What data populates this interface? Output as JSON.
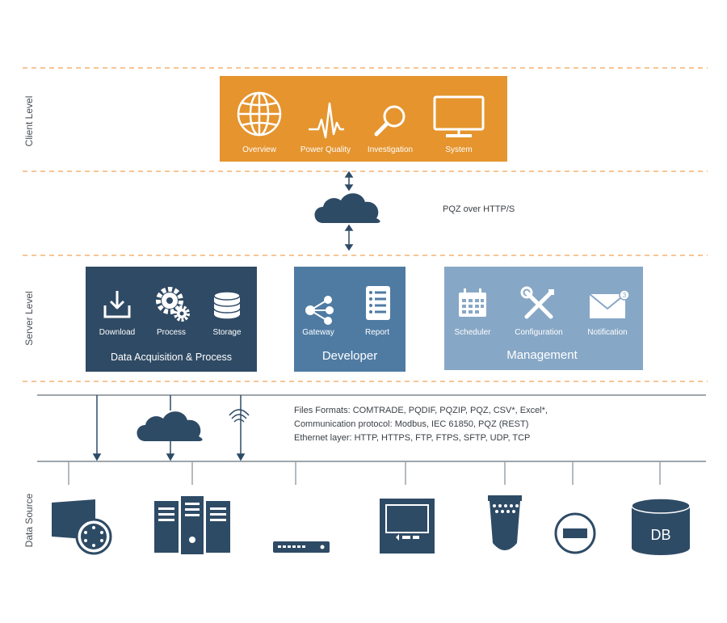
{
  "levels": {
    "client": "Client Level",
    "server": "Server Level",
    "data_source": "Data Source"
  },
  "client": {
    "items": [
      "Overview",
      "Power Quality",
      "Investigation",
      "System"
    ]
  },
  "transport": {
    "label": "PQZ over HTTP/S"
  },
  "server": {
    "acquisition": {
      "title": "Data Acquisition & Process",
      "items": [
        "Download",
        "Process",
        "Storage"
      ]
    },
    "developer": {
      "title": "Developer",
      "items": [
        "Gateway",
        "Report"
      ]
    },
    "management": {
      "title": "Management",
      "items": [
        "Scheduler",
        "Configuration",
        "Notification"
      ],
      "notification_badge": "3"
    }
  },
  "protocols": {
    "files": "Files Formats: COMTRADE, PQDIF, PQZIP, PQZ, CSV*, Excel*,",
    "communication": "Communication protocol: Modbus, IEC 61850, PQZ (REST)",
    "ethernet": "Ethernet layer: HTTP, HTTPS, FTP, FTPS, SFTP, UDP, TCP"
  },
  "devices": {
    "db_label": "DB"
  },
  "colors": {
    "orange": "#e5942e",
    "dark_navy": "#2f4a64",
    "mid_blue": "#4f7ba3",
    "light_blue": "#87a7c6",
    "dashed_line": "#f3b472",
    "cloud": "#2e4b66"
  }
}
